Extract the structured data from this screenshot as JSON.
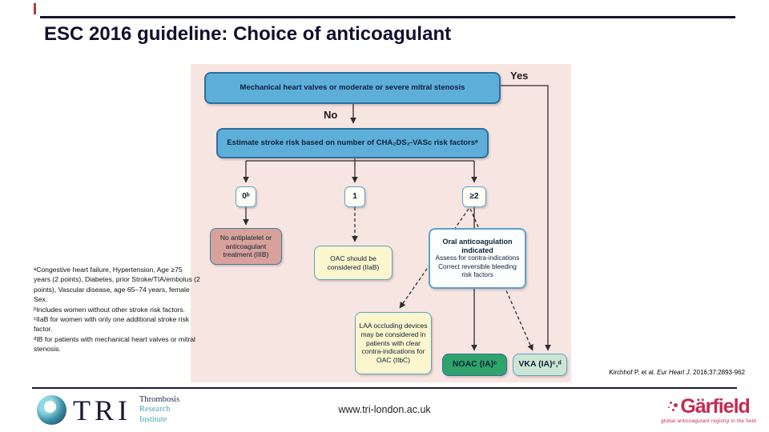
{
  "slide": {
    "title": "ESC 2016 guideline: Choice of anticoagulant"
  },
  "flowchart": {
    "edge_labels": {
      "yes": "Yes",
      "no": "No"
    },
    "nodes": {
      "mechanical": "Mechanical heart valves or moderate or severe mitral stenosis",
      "estimate": "Estimate stroke risk based on number of CHA₂DS₂-VASc risk factorsᵃ",
      "score_zero": "0ᵇ",
      "score_one": "1",
      "score_two_plus": "≥2",
      "no_treatment": "No antiplatelet or anticoagulant treatment (IIIB)",
      "oac_considered": "OAC should be considered (IIaB)",
      "oac_indicated_title": "Oral anticoagulation indicated",
      "oac_indicated_body": "Assess for contra-indications Correct reversible bleeding risk factors",
      "laa": "LAA occluding devices may be considered in patients with clear contra-indications for OAC (IIbC)",
      "noac": "NOAC (IA)ᶜ",
      "vka": "VKA (IA)ᶜ,ᵈ"
    }
  },
  "footnotes": {
    "a": "ᵃCongestive heart failure, Hypertension, Age ≥75 years (2 points), Diabetes, prior Stroke/TIA/embolus (2 points), Vascular disease, age 65–74 years, female Sex.",
    "b": "ᵇIncludes women without other stroke risk factors.",
    "c": "ᶜIIaB for women with only one additional stroke risk factor.",
    "d": "ᵈIB for patients with mechanical heart valves or mitral stenosis."
  },
  "citation": {
    "pre": "Kirchhof P, et al. ",
    "journal": "Eur Heart J.",
    "post": " 2016;37:2893-962"
  },
  "footer": {
    "url": "www.tri-london.ac.uk",
    "tri": {
      "abbr": "TRI",
      "line1": "Thrombosis",
      "line2": "Research",
      "line3": "Institute"
    },
    "garfield": {
      "name": "Gärfield",
      "tagline": "global anticoagulant registry in the field"
    }
  },
  "colors": {
    "title_navy": "#10102c",
    "chart_background": "#f7e5e1",
    "box_blue": "#5eaeda",
    "box_rose": "#d8a29b",
    "box_yellow": "#fbf6cd",
    "box_green": "#2ea36b",
    "box_pale_green": "#cde6d4",
    "border_blue": "#58a3cc",
    "garfield_red": "#c62a52",
    "tri_teal": "#49a5b8"
  }
}
